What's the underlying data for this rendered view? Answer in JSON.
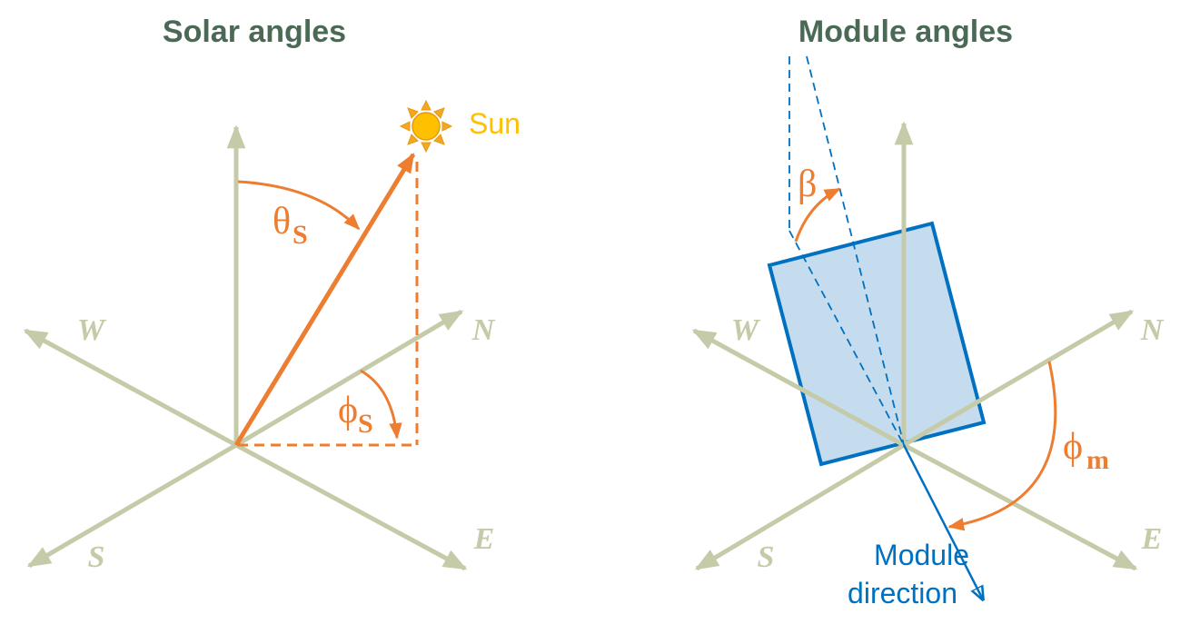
{
  "left_panel": {
    "title": "Solar angles",
    "axes": {
      "north": "N",
      "south": "S",
      "east": "E",
      "west": "W"
    },
    "sun_label": "Sun",
    "zenith_symbol": "θ",
    "zenith_subscript": "S",
    "azimuth_symbol": "ϕ",
    "azimuth_subscript": "S"
  },
  "right_panel": {
    "title": "Module angles",
    "axes": {
      "north": "N",
      "south": "S",
      "east": "E",
      "west": "W"
    },
    "tilt_symbol": "β",
    "azimuth_symbol": "ϕ",
    "azimuth_subscript": "m",
    "direction_label_line1": "Module",
    "direction_label_line2": "direction"
  },
  "colors": {
    "axis": "#c5cba8",
    "angle": "#ed7d31",
    "module_stroke": "#0070c0",
    "module_fill": "#c5dcef",
    "sun": "#ffc000",
    "sun_ray": "#f5a623",
    "title": "#4a6a55"
  }
}
